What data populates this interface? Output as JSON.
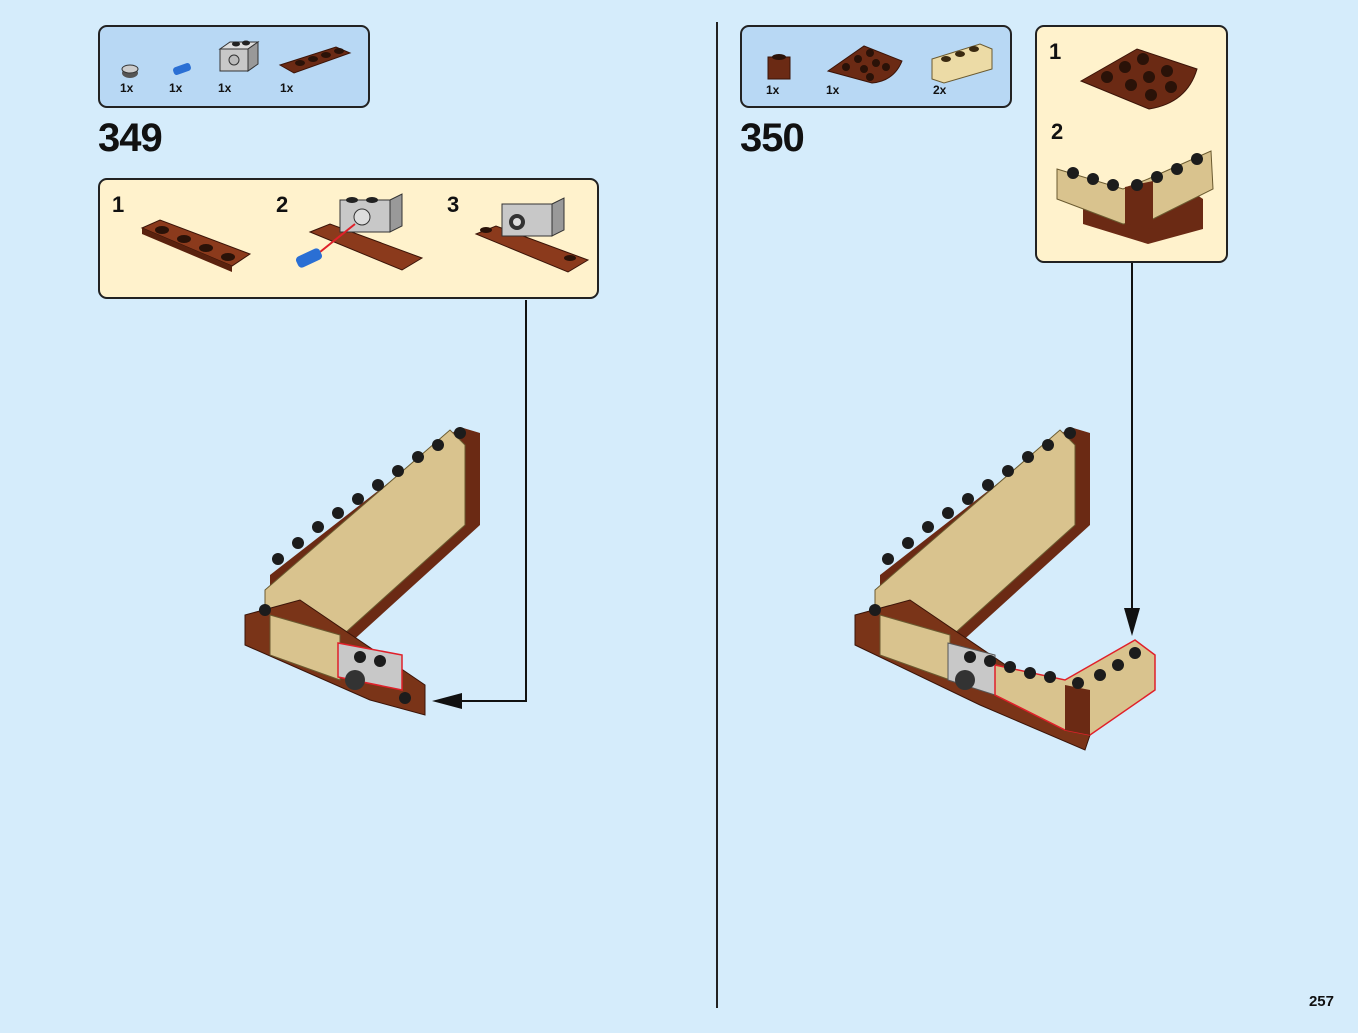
{
  "page_number": "257",
  "steps": [
    {
      "number": "349",
      "parts": [
        {
          "icon": "round-plate-1x1-grey",
          "qty": "1x"
        },
        {
          "icon": "pin-connector-blue",
          "qty": "1x"
        },
        {
          "icon": "technic-brick-1x2-grey",
          "qty": "1x"
        },
        {
          "icon": "plate-1x4-brown",
          "qty": "1x"
        }
      ],
      "substeps": [
        "1",
        "2",
        "3"
      ]
    },
    {
      "number": "350",
      "parts": [
        {
          "icon": "brick-1x1-brown",
          "qty": "1x"
        },
        {
          "icon": "corner-plate-round-brown",
          "qty": "1x"
        },
        {
          "icon": "brick-1x3-tan",
          "qty": "2x"
        }
      ],
      "substeps": [
        "1",
        "2"
      ]
    }
  ],
  "colors": {
    "background": "#d5ecfb",
    "parts_box": "#b8d8f4",
    "substep_box": "#fff2cc",
    "tan": "#d9c38e",
    "brown": "#6b2a14",
    "highlight": "#e0202a"
  }
}
